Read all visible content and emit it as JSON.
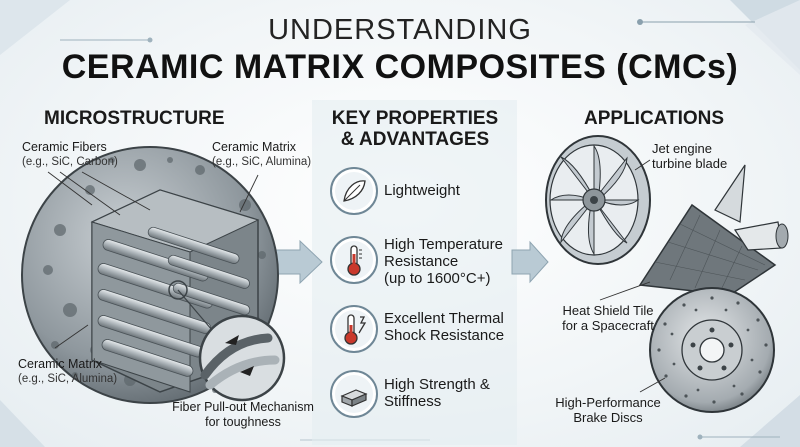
{
  "title": {
    "line1": "UNDERSTANDING",
    "line2": "CERAMIC MATRIX COMPOSITES (CMCs)"
  },
  "microstructure": {
    "heading": "MICROSTRUCTURE",
    "fibers_label": "Ceramic Fibers",
    "fibers_sub": "(e.g., SiC, Carbon)",
    "matrix_top_label": "Ceramic Matrix",
    "matrix_top_sub": "(e.g., SiC, Alumina)",
    "matrix_bottom_label": "Ceramic Matrix",
    "matrix_bottom_sub": "(e.g., SiC, Alumina)",
    "pullout_line1": "Fiber Pull-out Mechanism",
    "pullout_line2": "for toughness"
  },
  "properties": {
    "heading_line1": "KEY PROPERTIES",
    "heading_line2": "& ADVANTAGES",
    "items": [
      {
        "icon": "feather-icon",
        "line1": "Lightweight",
        "line2": "",
        "line3": ""
      },
      {
        "icon": "thermometer-icon",
        "line1": "High Temperature",
        "line2": "Resistance",
        "line3": "(up to 1600°C+)"
      },
      {
        "icon": "thermal-shock-icon",
        "line1": "Excellent Thermal",
        "line2": "Shock Resistance",
        "line3": ""
      },
      {
        "icon": "block-icon",
        "line1": "High Strength &",
        "line2": "Stiffness",
        "line3": ""
      }
    ]
  },
  "applications": {
    "heading": "APPLICATIONS",
    "turbine_line1": "Jet engine",
    "turbine_line2": "turbine blade",
    "shield_line1": "Heat Shield Tile",
    "shield_line2": "for  a Spacecraft",
    "brake_line1": "High-Performance",
    "brake_line2": "Brake Discs"
  },
  "colors": {
    "accent": "#6f8796",
    "panel": "#dfe8ee",
    "ceramic": "#9aa2a8"
  }
}
